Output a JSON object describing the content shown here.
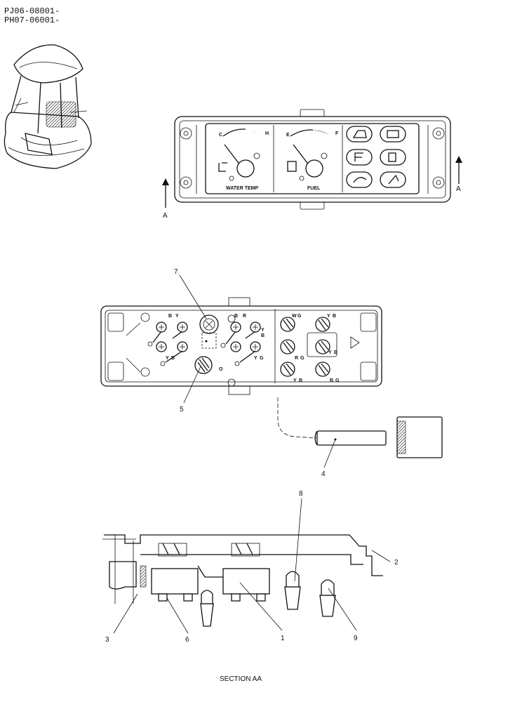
{
  "header": {
    "line1": "PJ06-08001-",
    "line2": "PH07-06001-"
  },
  "top_view": {
    "gauge_left_label": "WATER TEMP",
    "gauge_right_label": "FUEL",
    "section_marker_left": "A",
    "section_marker_right": "A",
    "temp_low_mark": "C",
    "temp_high_mark": "H",
    "fuel_empty_mark": "E",
    "fuel_full_mark": "F"
  },
  "rear_view": {
    "wire_codes": [
      "B",
      "Y",
      "B",
      "Y",
      "B",
      "Y",
      "G",
      "Y",
      "O",
      "B",
      "R",
      "G",
      "W",
      "B",
      "Y",
      "B",
      "Y",
      "R",
      "G",
      "B",
      "Y",
      "G",
      "B"
    ],
    "callouts": {
      "c7": "7",
      "c5": "5",
      "c4": "4"
    }
  },
  "section_view": {
    "callouts": {
      "c8": "8",
      "c2": "2",
      "c3": "3",
      "c6": "6",
      "c1": "1",
      "c9": "9"
    },
    "caption": "SECTION AA"
  }
}
